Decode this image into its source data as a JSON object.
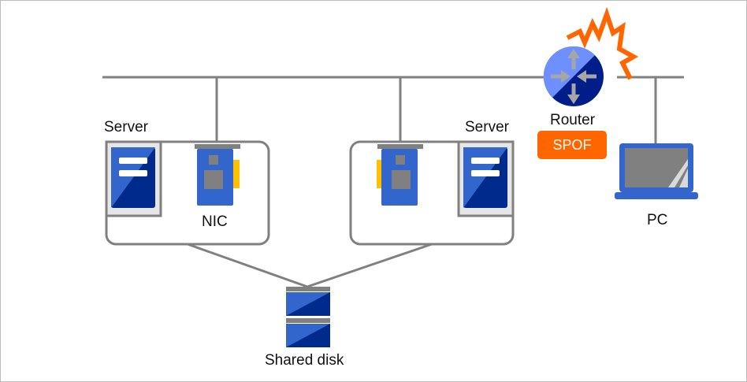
{
  "labels": {
    "server_left": "Server",
    "server_right": "Server",
    "nic": "NIC",
    "router": "Router",
    "spof": "SPOF",
    "pc": "PC",
    "shared_disk": "Shared disk"
  },
  "icons": {
    "server": "server-icon",
    "nic": "network-card-icon",
    "router": "router-icon",
    "failure": "lightning-bolt-icon",
    "pc": "laptop-icon",
    "disk": "disk-stack-icon"
  },
  "colors": {
    "line": "#808080",
    "device_blue": "#3366cc",
    "device_dark_blue": "#002a8c",
    "router_light": "#6e8fff",
    "router_dark": "#001e8a",
    "spof_orange": "#ff6600",
    "nic_yellow": "#ffc000"
  }
}
